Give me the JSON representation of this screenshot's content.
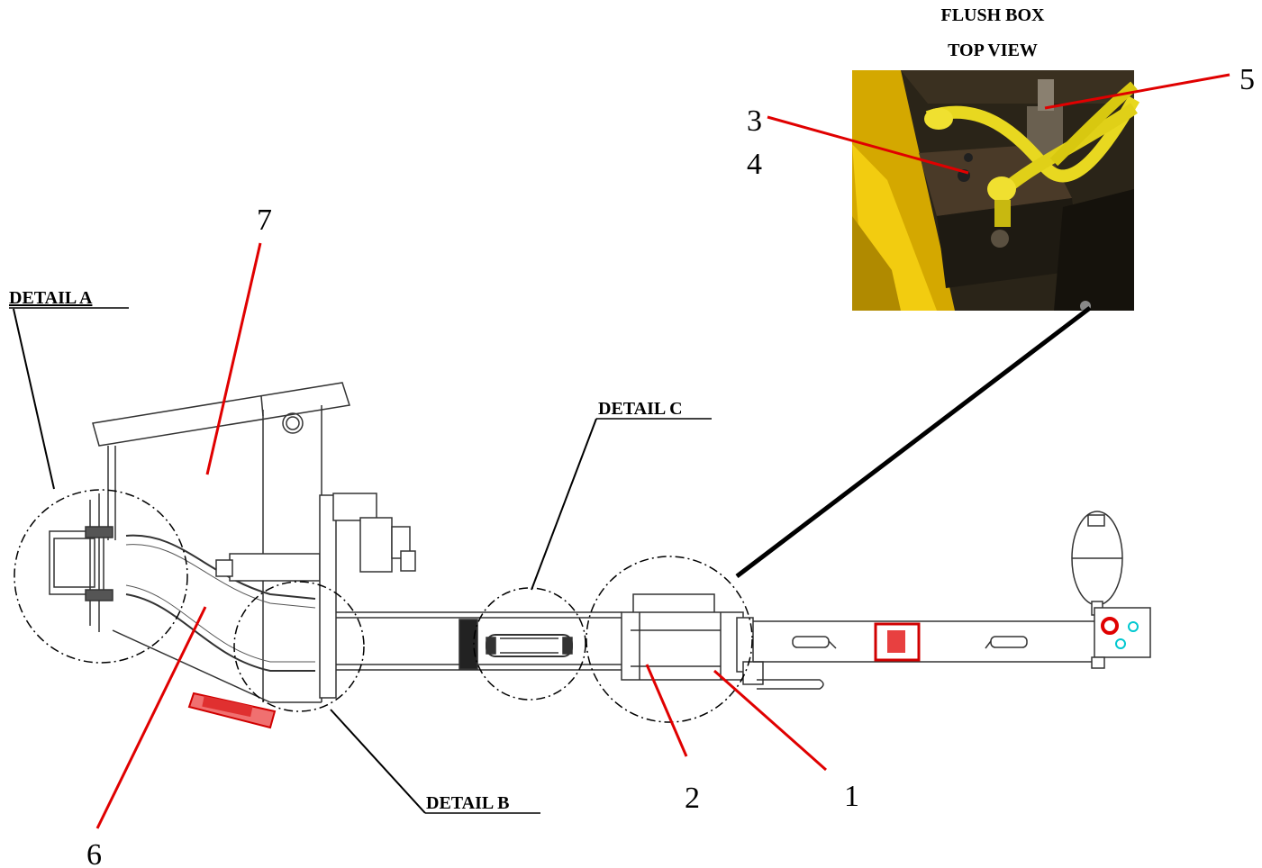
{
  "photo": {
    "title_line1": "FLUSH BOX",
    "title_line2": "TOP VIEW"
  },
  "details": {
    "a": "DETAIL  A",
    "b": "DETAIL B",
    "c": "DETAIL C"
  },
  "callouts": {
    "n1": "1",
    "n2": "2",
    "n3": "3",
    "n4": "4",
    "n5": "5",
    "n6": "6",
    "n7": "7"
  },
  "colors": {
    "callout_line": "#e00000",
    "photo_yellow": "#e8c000",
    "hose_yellow": "#f0e020"
  }
}
